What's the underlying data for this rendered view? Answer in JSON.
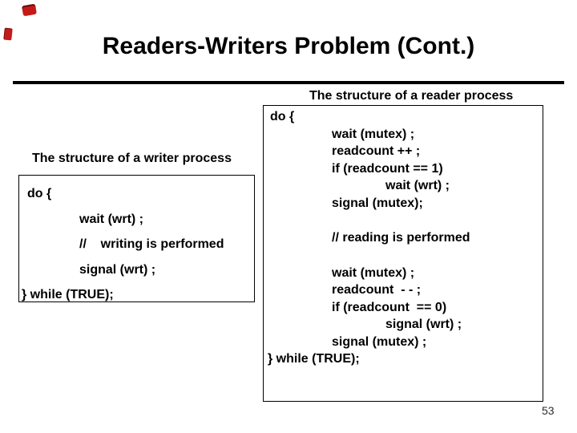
{
  "slide": {
    "title": "Readers-Writers Problem (Cont.)",
    "page_number": "53"
  },
  "reader": {
    "heading": "The structure of a reader process",
    "lines": [
      "do {",
      "wait (mutex) ;",
      "readcount ++ ;",
      "if (readcount == 1)",
      "wait (wrt) ;",
      "signal (mutex);",
      "// reading is performed",
      "wait (mutex) ;",
      "readcount  - - ;",
      "if (readcount  == 0)",
      "signal (wrt) ;",
      "signal (mutex) ;",
      "} while (TRUE);"
    ]
  },
  "writer": {
    "heading": "The structure of a writer process",
    "lines": [
      "do {",
      "wait (wrt) ;",
      "//    writing is performed",
      "signal (wrt) ;",
      "} while (TRUE);"
    ]
  },
  "colors": {
    "background": "#ffffff",
    "text": "#000000",
    "rule": "#000000",
    "accent_red": "#c41a1a"
  }
}
